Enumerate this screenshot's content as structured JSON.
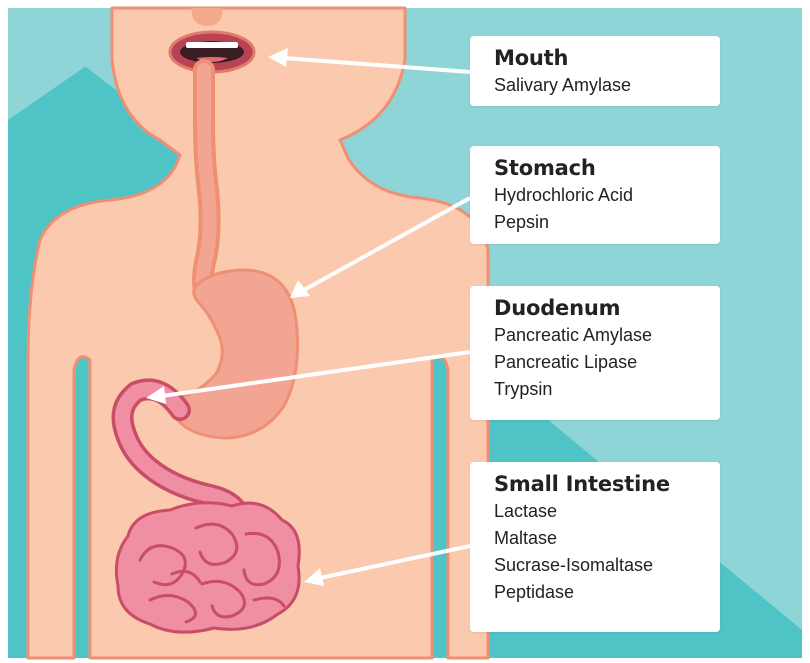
{
  "labels": {
    "mouth": {
      "title": "Mouth",
      "items": [
        "Salivary Amylase"
      ]
    },
    "stomach": {
      "title": "Stomach",
      "items": [
        "Hydrochloric Acid",
        "Pepsin"
      ]
    },
    "duodenum": {
      "title": "Duodenum",
      "items": [
        "Pancreatic Amylase",
        "Pancreatic Lipase",
        "Trypsin"
      ]
    },
    "small_intestine": {
      "title": "Small Intestine",
      "items": [
        "Lactase",
        "Maltase",
        "Sucrase-Isomaltase",
        "Peptidase"
      ]
    }
  },
  "colors": {
    "background": "#4fc4c6",
    "background_light": "#8fd5d7",
    "skin": "#fbc9ae",
    "skin_outline": "#ef8f74",
    "stomach": "#f2a592",
    "intestine": "#f08ea3",
    "intestine_outline": "#c94d66",
    "arrow": "#ffffff",
    "label_text": "#222222"
  }
}
